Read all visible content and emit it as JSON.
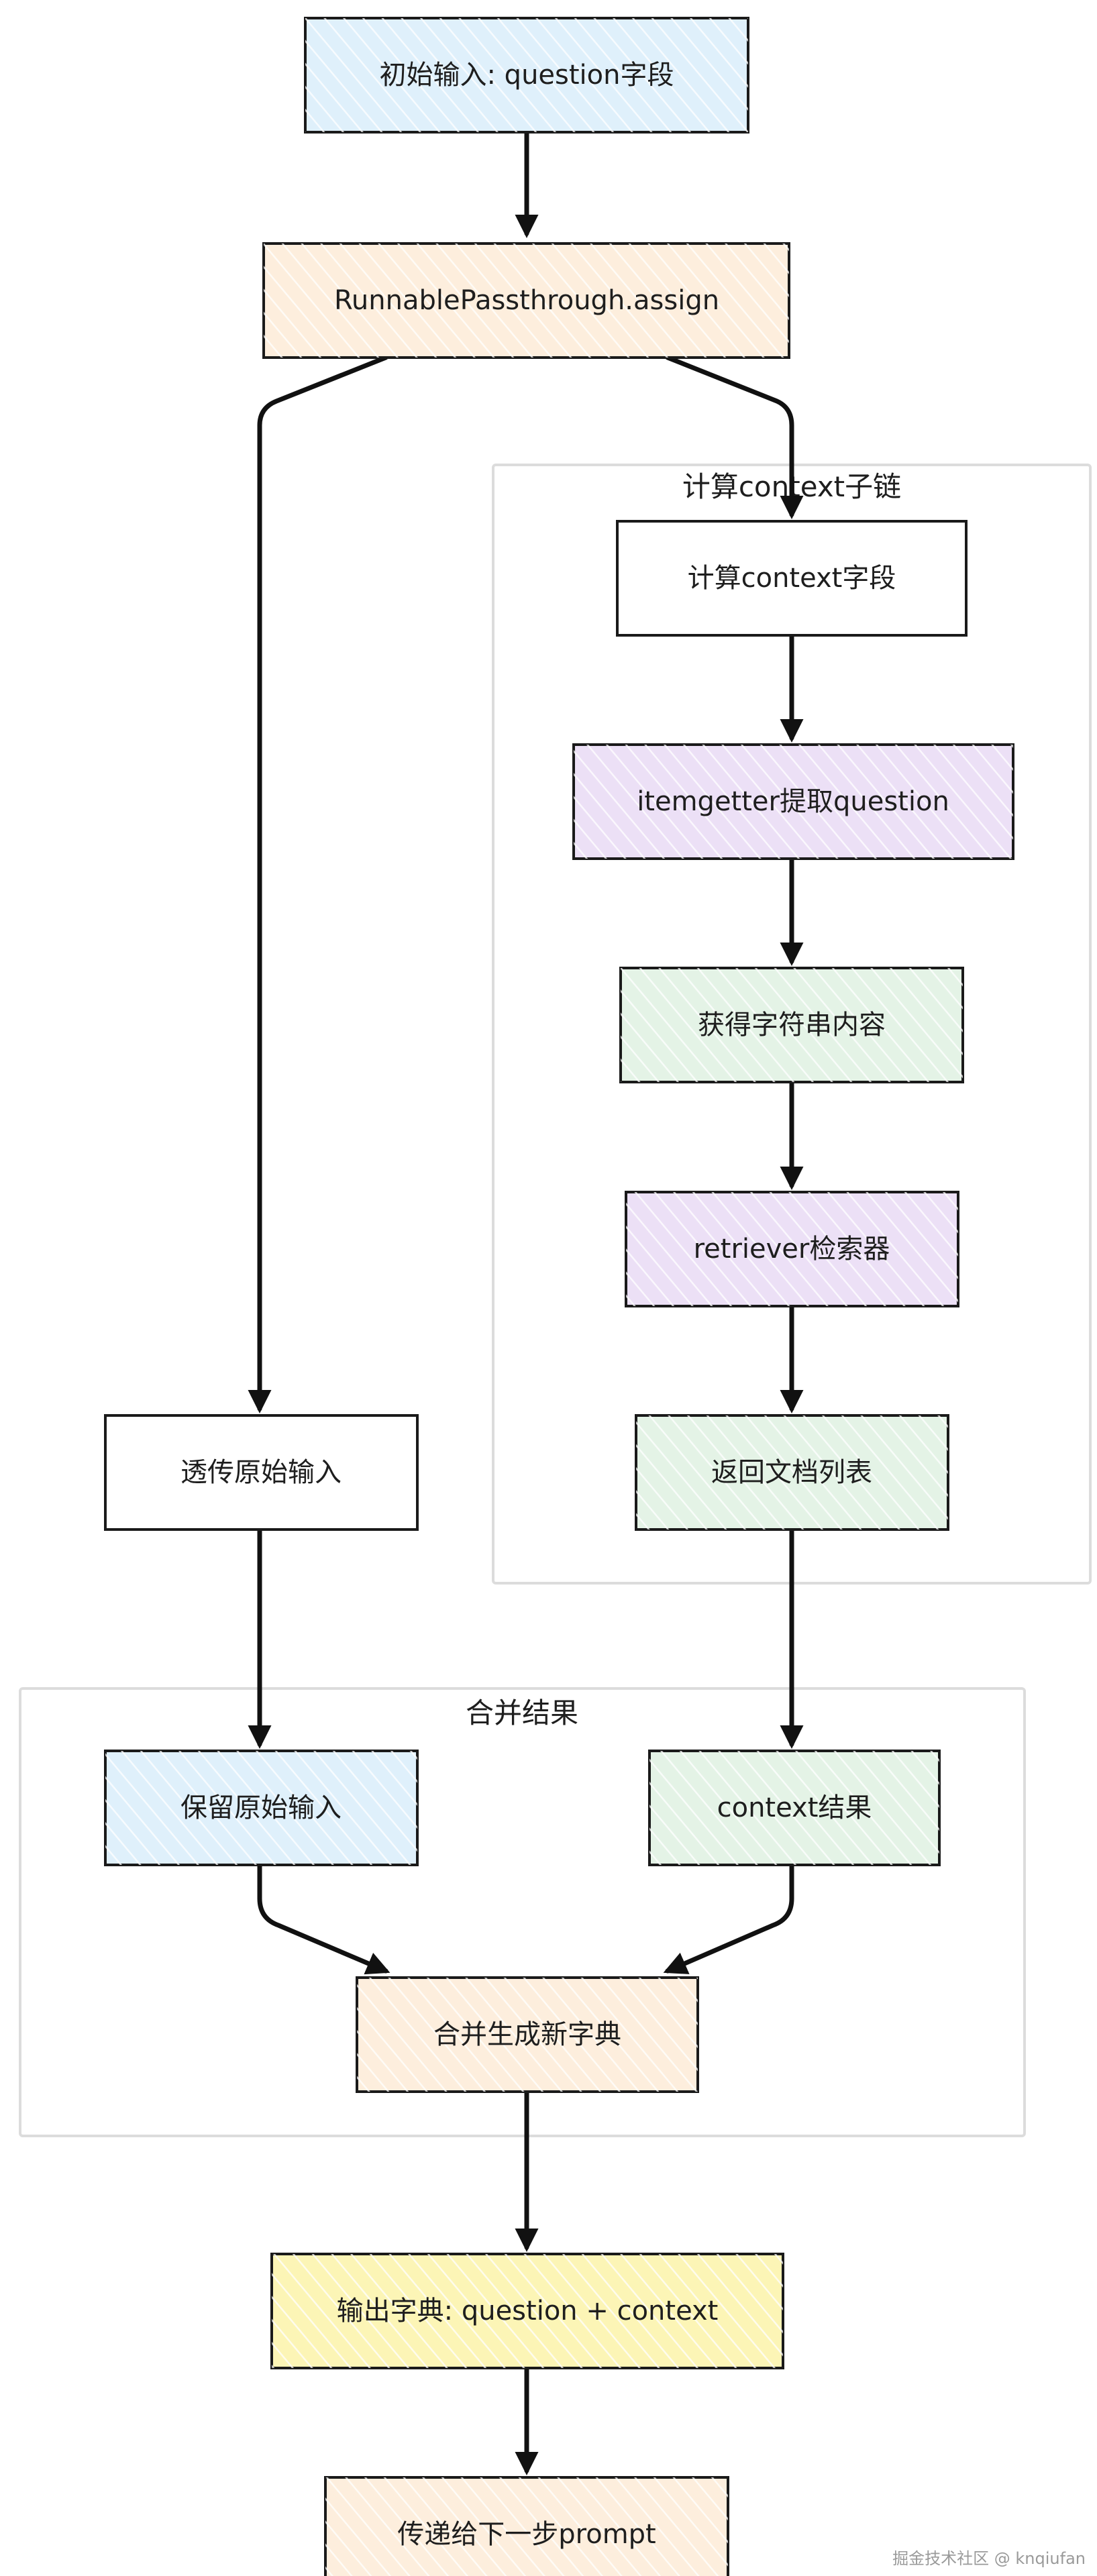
{
  "colors": {
    "blue": "#dff0fb",
    "orange": "#fdeedd",
    "white": "#ffffff",
    "purple": "#ece0f6",
    "green": "#e4f3e6",
    "yellow": "#fcf5b6",
    "hatch": "#ffffff"
  },
  "nodes": {
    "input": {
      "label": "初始输入: question字段",
      "color": "blue"
    },
    "assign": {
      "label": "RunnablePassthrough.assign",
      "color": "orange"
    },
    "compute_field": {
      "label": "计算context字段",
      "color": "white"
    },
    "itemgetter": {
      "label": "itemgetter提取question",
      "color": "purple"
    },
    "get_string": {
      "label": "获得字符串内容",
      "color": "green"
    },
    "retriever": {
      "label": "retriever检索器",
      "color": "purple"
    },
    "doc_list": {
      "label": "返回文档列表",
      "color": "green"
    },
    "passthrough": {
      "label": "透传原始输入",
      "color": "white"
    },
    "keep_input": {
      "label": "保留原始输入",
      "color": "blue"
    },
    "context_result": {
      "label": "context结果",
      "color": "green"
    },
    "merge": {
      "label": "合并生成新字典",
      "color": "orange"
    },
    "output": {
      "label": "输出字典: question + context",
      "color": "yellow"
    },
    "next": {
      "label": "传递给下一步prompt",
      "color": "orange"
    }
  },
  "groups": {
    "context_chain": {
      "label": "计算context子链"
    },
    "merge_result": {
      "label": "合并结果"
    }
  },
  "watermark": "掘金技术社区 @ knqiufan"
}
